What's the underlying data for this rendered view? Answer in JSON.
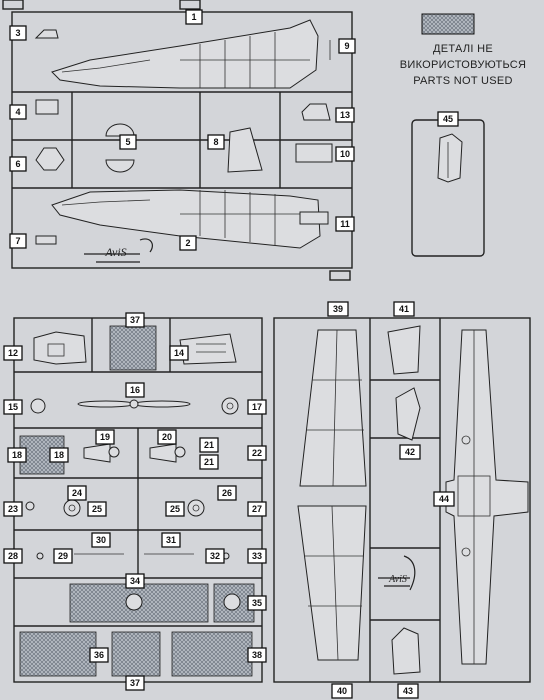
{
  "legend": {
    "swatch_color": "#9aa3ad",
    "line1": "ДЕТАЛІ НЕ",
    "line2": "ВИКОРИСТОВУЮТЬСЯ",
    "line3": "PARTS NOT USED"
  },
  "logos": [
    "AviS",
    "AviS"
  ],
  "parts": {
    "p1": "1",
    "p2": "2",
    "p3": "3",
    "p4": "4",
    "p5": "5",
    "p6": "6",
    "p7": "7",
    "p8": "8",
    "p9": "9",
    "p10": "10",
    "p11": "11",
    "p12": "12",
    "p13": "13",
    "p14": "14",
    "p15": "15",
    "p16": "16",
    "p17": "17",
    "p18a": "18",
    "p18b": "18",
    "p19": "19",
    "p20": "20",
    "p21a": "21",
    "p21b": "21",
    "p22": "22",
    "p23": "23",
    "p24": "24",
    "p25a": "25",
    "p25b": "25",
    "p26": "26",
    "p27": "27",
    "p28": "28",
    "p29": "29",
    "p30": "30",
    "p31": "31",
    "p32": "32",
    "p33": "33",
    "p34": "34",
    "p35": "35",
    "p36": "36",
    "p37a": "37",
    "p37b": "37",
    "p38": "38",
    "p39": "39",
    "p40": "40",
    "p41": "41",
    "p42": "42",
    "p43": "43",
    "p44": "44",
    "p45": "45"
  }
}
